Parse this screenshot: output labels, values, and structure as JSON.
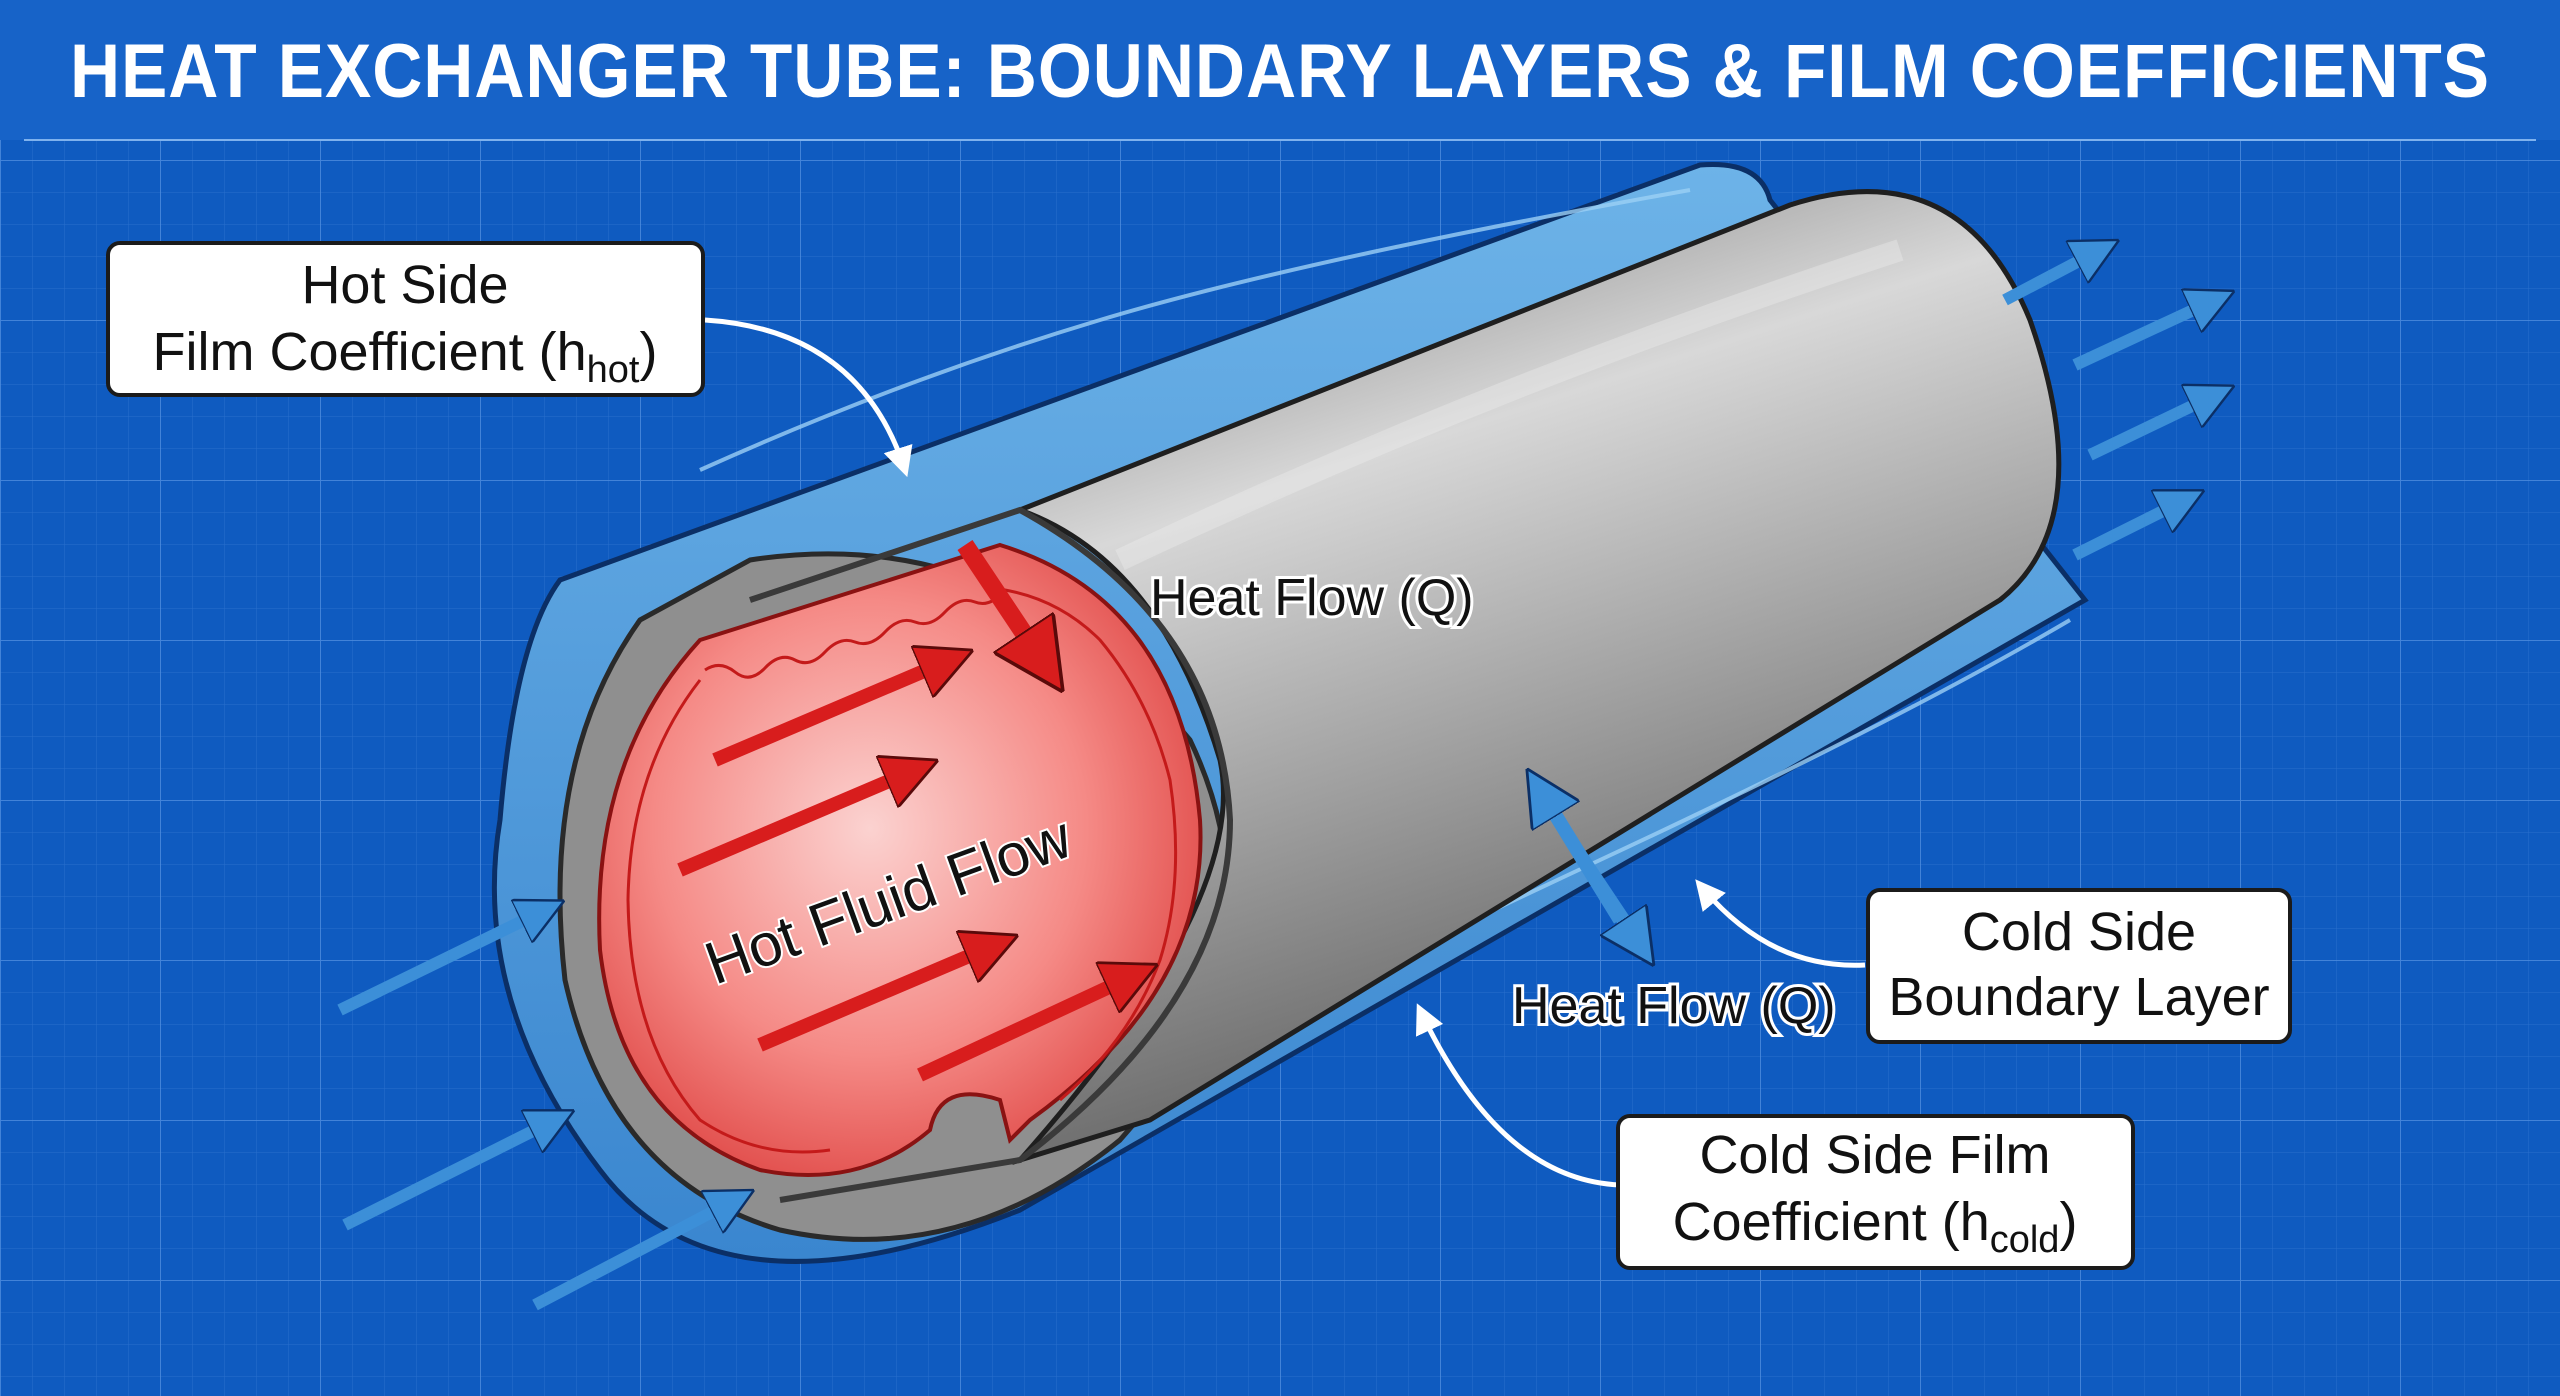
{
  "title": "HEAT EXCHANGER TUBE: BOUNDARY LAYERS & FILM COEFFICIENTS",
  "labels": {
    "hot_film": {
      "line1": "Hot Side",
      "line2_main": "Film Coefficient (h",
      "line2_sub": "hot",
      "line2_end": ")"
    },
    "heat_flow_top": "Heat Flow (Q)",
    "hot_fluid_flow": "Hot Fluid Flow",
    "heat_flow_bottom": "Heat Flow (Q)",
    "cold_boundary": {
      "line1": "Cold Side",
      "line2": "Boundary Layer"
    },
    "cold_film": {
      "line1": "Cold Side Film",
      "line2_main": "Coefficient (h",
      "line2_sub": "cold",
      "line2_end": ")"
    }
  },
  "colors": {
    "background": "#0f5bc0",
    "grid": "#3f86de",
    "outer_layer": "#4f9fdc",
    "tube_wall": "#9a9a9a",
    "hot_fluid": "#f06a6a",
    "hot_arrow": "#d81d1d",
    "cold_arrow": "#3c8fd8"
  }
}
